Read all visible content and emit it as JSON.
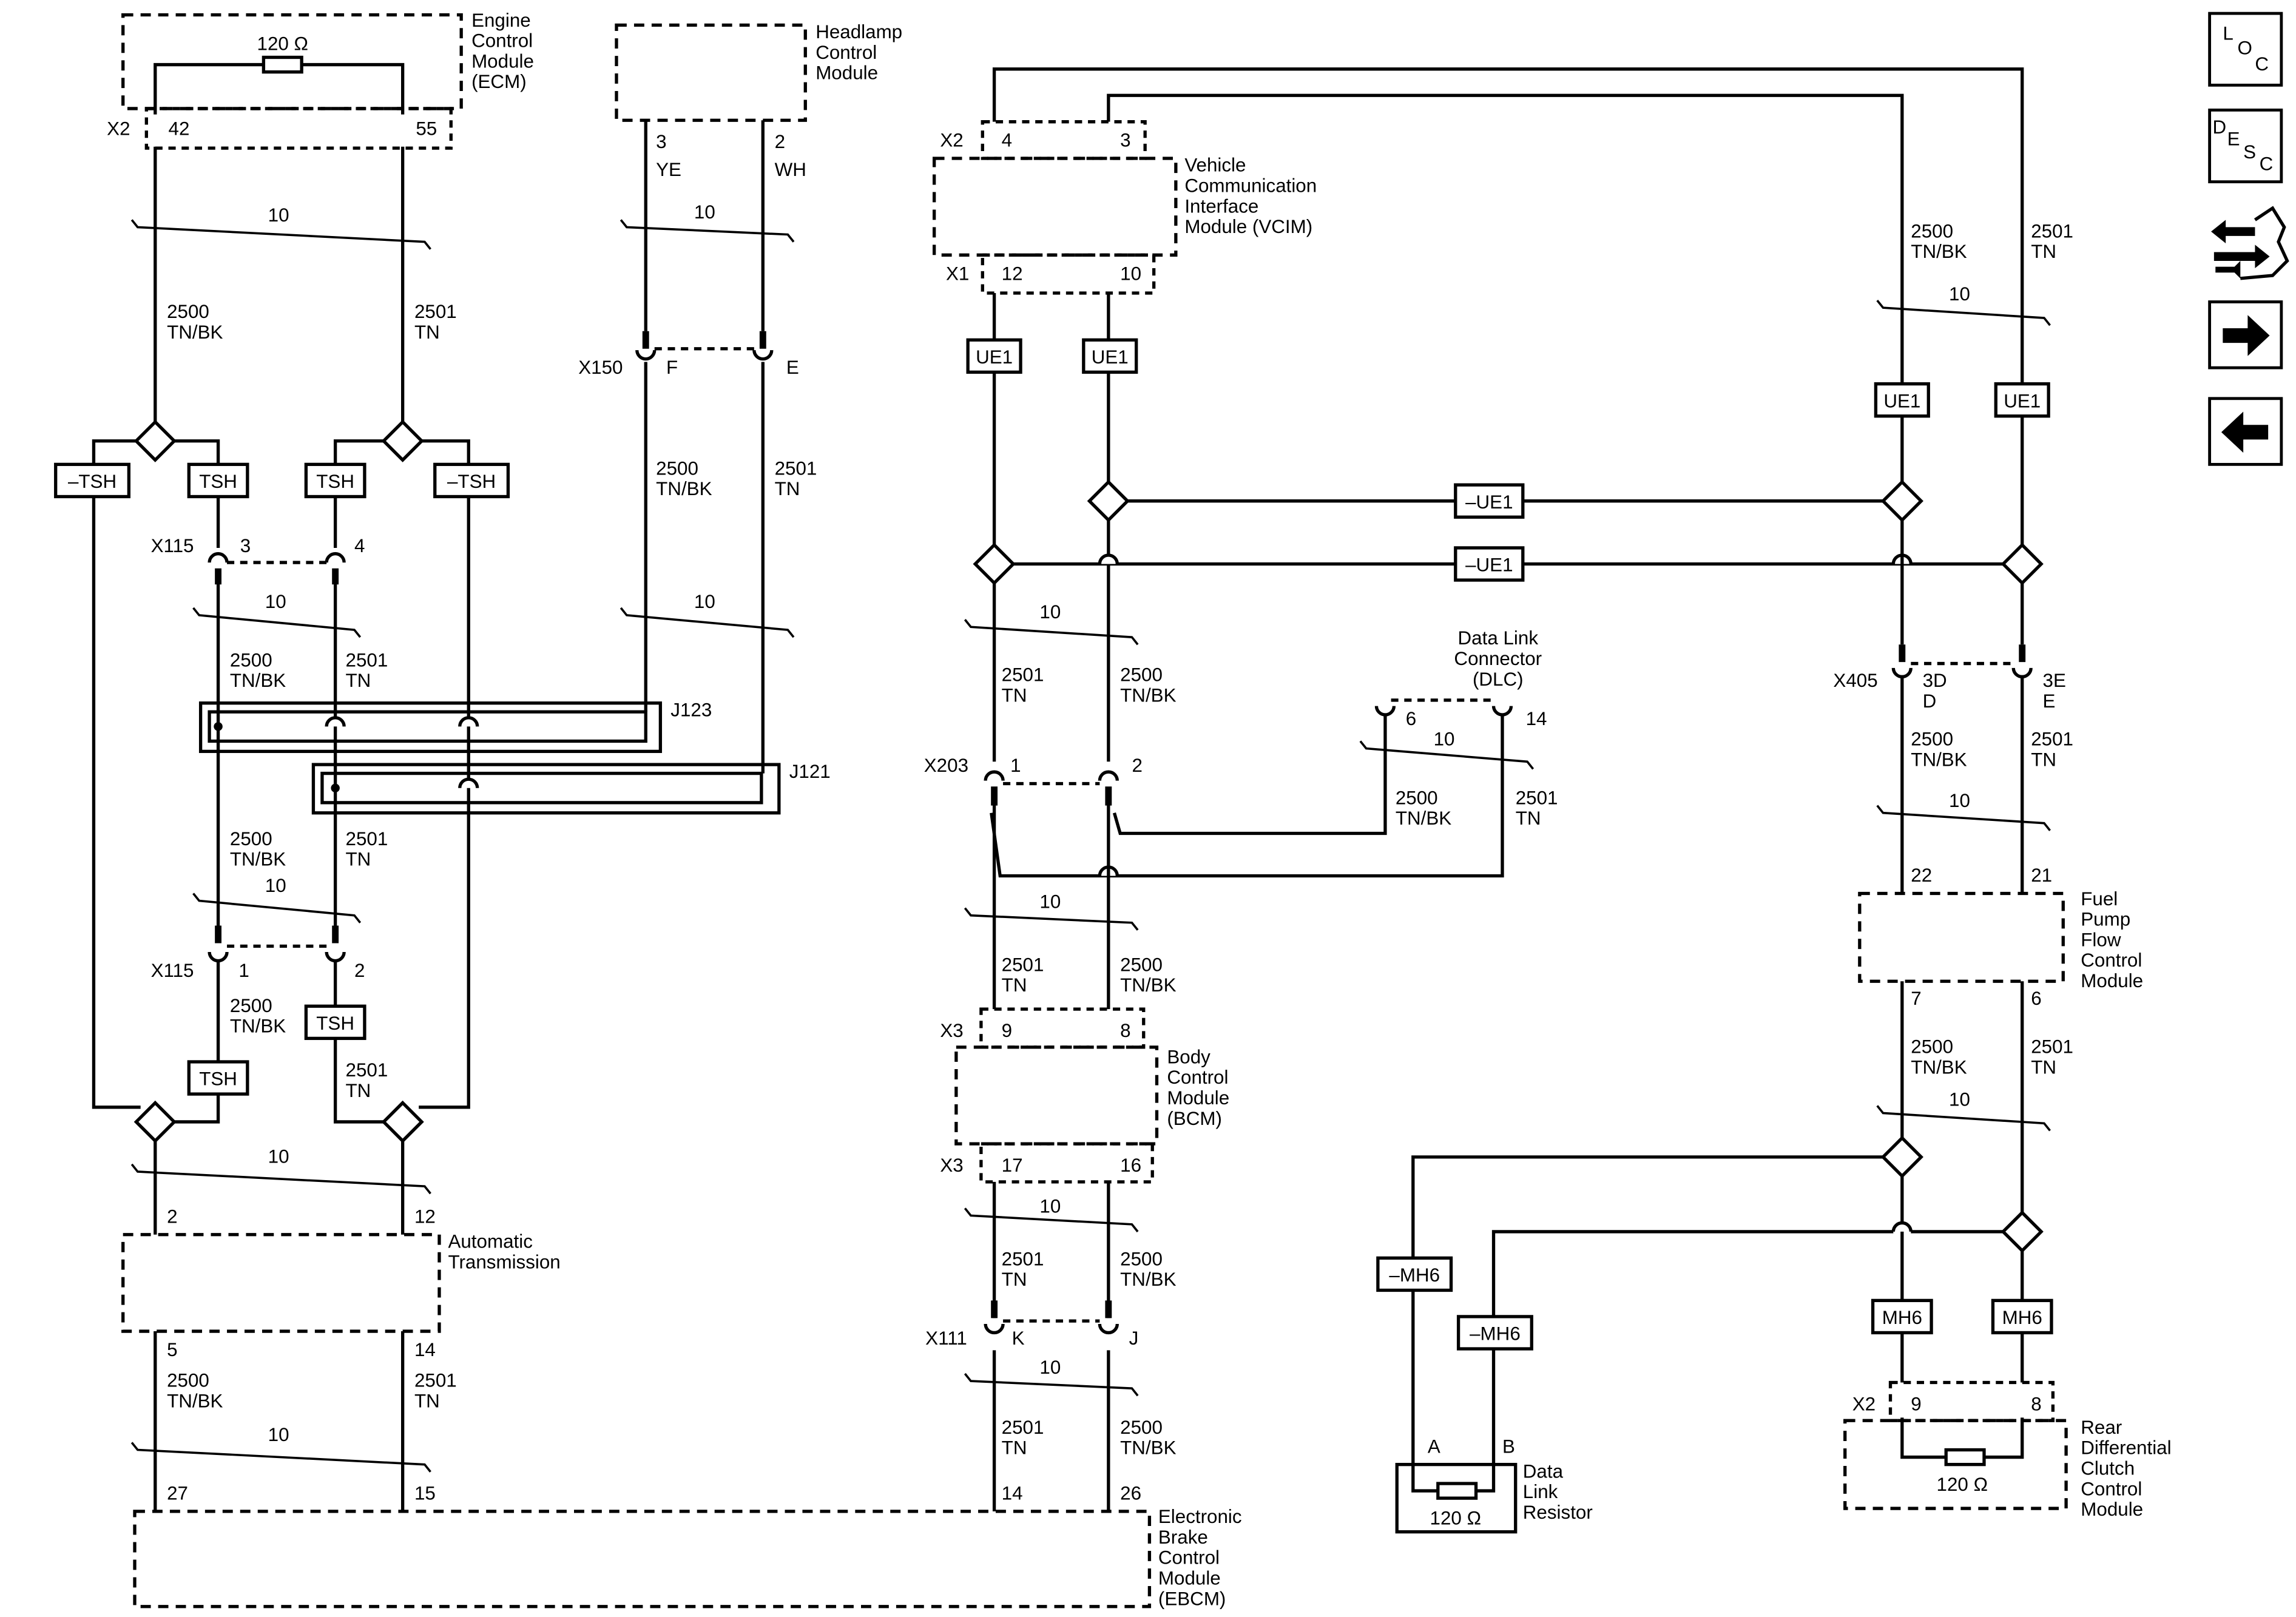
{
  "modules": {
    "ecm": {
      "lines": [
        "Engine",
        "Control",
        "Module",
        "(ECM)"
      ],
      "connector": "X2",
      "pins": [
        "42",
        "55"
      ],
      "resistor": "120 Ω"
    },
    "headlamp": {
      "lines": [
        "Headlamp",
        "Control",
        "Module"
      ],
      "pins": [
        "3",
        "2"
      ],
      "colors": [
        "YE",
        "WH"
      ]
    },
    "vcim": {
      "lines": [
        "Vehicle",
        "Communication",
        "Interface",
        "Module (VCIM)"
      ],
      "top_connector": "X2",
      "top_pins": [
        "4",
        "3"
      ],
      "bottom_connector": "X1",
      "bottom_pins": [
        "12",
        "10"
      ]
    },
    "dlc": {
      "lines": [
        "Data Link",
        "Connector",
        "(DLC)"
      ],
      "pins": [
        "6",
        "14"
      ]
    },
    "trans": {
      "lines": [
        "Automatic",
        "Transmission"
      ],
      "top_pins": [
        "2",
        "12"
      ],
      "bottom_pins": [
        "5",
        "14"
      ]
    },
    "bcm": {
      "lines": [
        "Body",
        "Control",
        "Module",
        "(BCM)"
      ],
      "top_connector": "X3",
      "top_pins": [
        "9",
        "8"
      ],
      "bottom_connector": "X3",
      "bottom_pins": [
        "17",
        "16"
      ]
    },
    "ebcm": {
      "lines": [
        "Electronic",
        "Brake",
        "Control",
        "Module",
        "(EBCM)"
      ],
      "pins": [
        "27",
        "15",
        "14",
        "26"
      ]
    },
    "fpfcm": {
      "lines": [
        "Fuel",
        "Pump",
        "Flow",
        "Control",
        "Module"
      ],
      "top_pins": [
        "22",
        "21"
      ],
      "bottom_pins": [
        "7",
        "6"
      ]
    },
    "rdccm": {
      "lines": [
        "Rear",
        "Differential",
        "Clutch",
        "Control",
        "Module"
      ],
      "connector": "X2",
      "pins": [
        "9",
        "8"
      ],
      "resistor": "120 Ω"
    },
    "dlr": {
      "lines": [
        "Data",
        "Link",
        "Resistor"
      ],
      "pins": [
        "A",
        "B"
      ],
      "resistor": "120 Ω"
    }
  },
  "connectors": {
    "x150": {
      "name": "X150",
      "pins": [
        "F",
        "E"
      ]
    },
    "x115_top": {
      "name": "X115",
      "pins": [
        "3",
        "4"
      ]
    },
    "x115_bot": {
      "name": "X115",
      "pins": [
        "1",
        "2"
      ]
    },
    "x203": {
      "name": "X203",
      "pins": [
        "1",
        "2"
      ]
    },
    "x111": {
      "name": "X111",
      "pins": [
        "K",
        "J"
      ]
    },
    "x405": {
      "name": "X405",
      "pins": [
        "3D",
        "D",
        "3E",
        "E"
      ]
    }
  },
  "splices": [
    "J123",
    "J121"
  ],
  "wires": {
    "low_circuit": "2500",
    "low_color": "TN/BK",
    "high_circuit": "2501",
    "high_color": "TN",
    "twist_label": "10"
  },
  "options": {
    "tsh": "TSH",
    "not_tsh": "–TSH",
    "ue1": "UE1",
    "not_ue1": "–UE1",
    "mh6": "MH6",
    "not_mh6": "–MH6"
  },
  "nav": {
    "loc": [
      "L",
      "O",
      "C"
    ],
    "desc": [
      "D",
      "E",
      "S",
      "C"
    ],
    "icons": [
      "wiring-tools-icon",
      "arrow-right-icon",
      "arrow-left-icon"
    ]
  }
}
